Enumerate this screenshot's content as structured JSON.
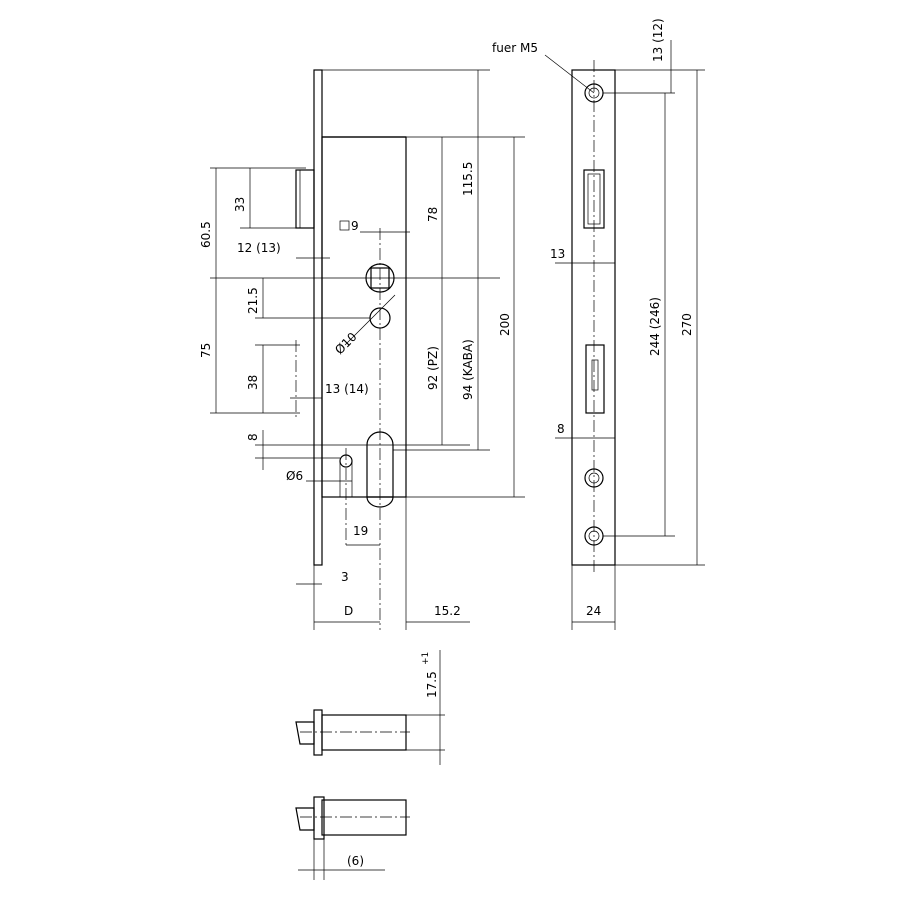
{
  "labels": {
    "fuer_m5": "fuer M5",
    "d_13_12": "13 (12)",
    "d_33": "33",
    "d_60_5": "60.5",
    "d_sq9": "9",
    "d_12_13": "12 (13)",
    "d_78": "78",
    "d_115_5": "115.5",
    "d_200": "200",
    "d_13": "13",
    "d_244_246": "244 (246)",
    "d_270": "270",
    "d_21_5": "21.5",
    "d_dia10": "Ø10",
    "d_75": "75",
    "d_38": "38",
    "d_13_14": "13 (14)",
    "d_92_pz": "92 (PZ)",
    "d_94_kaba": "94 (KABA)",
    "d_8_left": "8",
    "d_8_right": "8",
    "d_dia6": "Ø6",
    "d_19": "19",
    "d_3": "3",
    "d_D": "D",
    "d_15_2": "15.2",
    "d_24": "24",
    "d_17_5": "17.5",
    "d_tol": "+1",
    "d_6": "(6)"
  }
}
